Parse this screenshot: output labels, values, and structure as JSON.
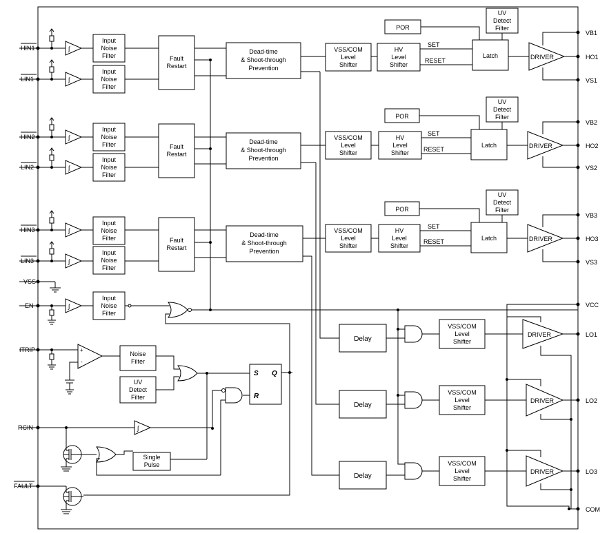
{
  "pins_left": {
    "hin1": "HIN1",
    "lin1": "LIN1",
    "hin2": "HIN2",
    "lin2": "LIN2",
    "hin3": "HIN3",
    "lin3": "LIN3",
    "vss": "VSS",
    "en": "EN",
    "itrip": "ITRIP",
    "rcin": "RCIN",
    "fault": "FAULT"
  },
  "pins_right": {
    "vb1": "VB1",
    "ho1": "HO1",
    "vs1": "VS1",
    "vb2": "VB2",
    "ho2": "HO2",
    "vs2": "VS2",
    "vb3": "VB3",
    "ho3": "HO3",
    "vs3": "VS3",
    "vcc": "VCC",
    "lo1": "LO1",
    "lo2": "LO2",
    "lo3": "LO3",
    "com": "COM"
  },
  "blocks": {
    "input_noise_filter": [
      "Input",
      "Noise",
      "Filter"
    ],
    "fault_restart": [
      "Fault",
      "Restart"
    ],
    "deadtime": [
      "Dead-time",
      "& Shoot-through",
      "Prevention"
    ],
    "vss_com_shifter": [
      "VSS/COM",
      "Level",
      "Shifter"
    ],
    "hv_shifter": [
      "HV",
      "Level",
      "Shifter"
    ],
    "latch": "Latch",
    "driver": "DRIVER",
    "por": "POR",
    "uv_detect": [
      "UV",
      "Detect",
      "Filter"
    ],
    "delay": "Delay",
    "noise_filter": [
      "Noise",
      "Filter"
    ],
    "single_pulse": [
      "Single",
      "Pulse"
    ],
    "set": "SET",
    "reset": "RESET",
    "flipflop_s": "S",
    "flipflop_r": "R",
    "flipflop_q": "Q",
    "schmitt_symbol": "∫"
  }
}
